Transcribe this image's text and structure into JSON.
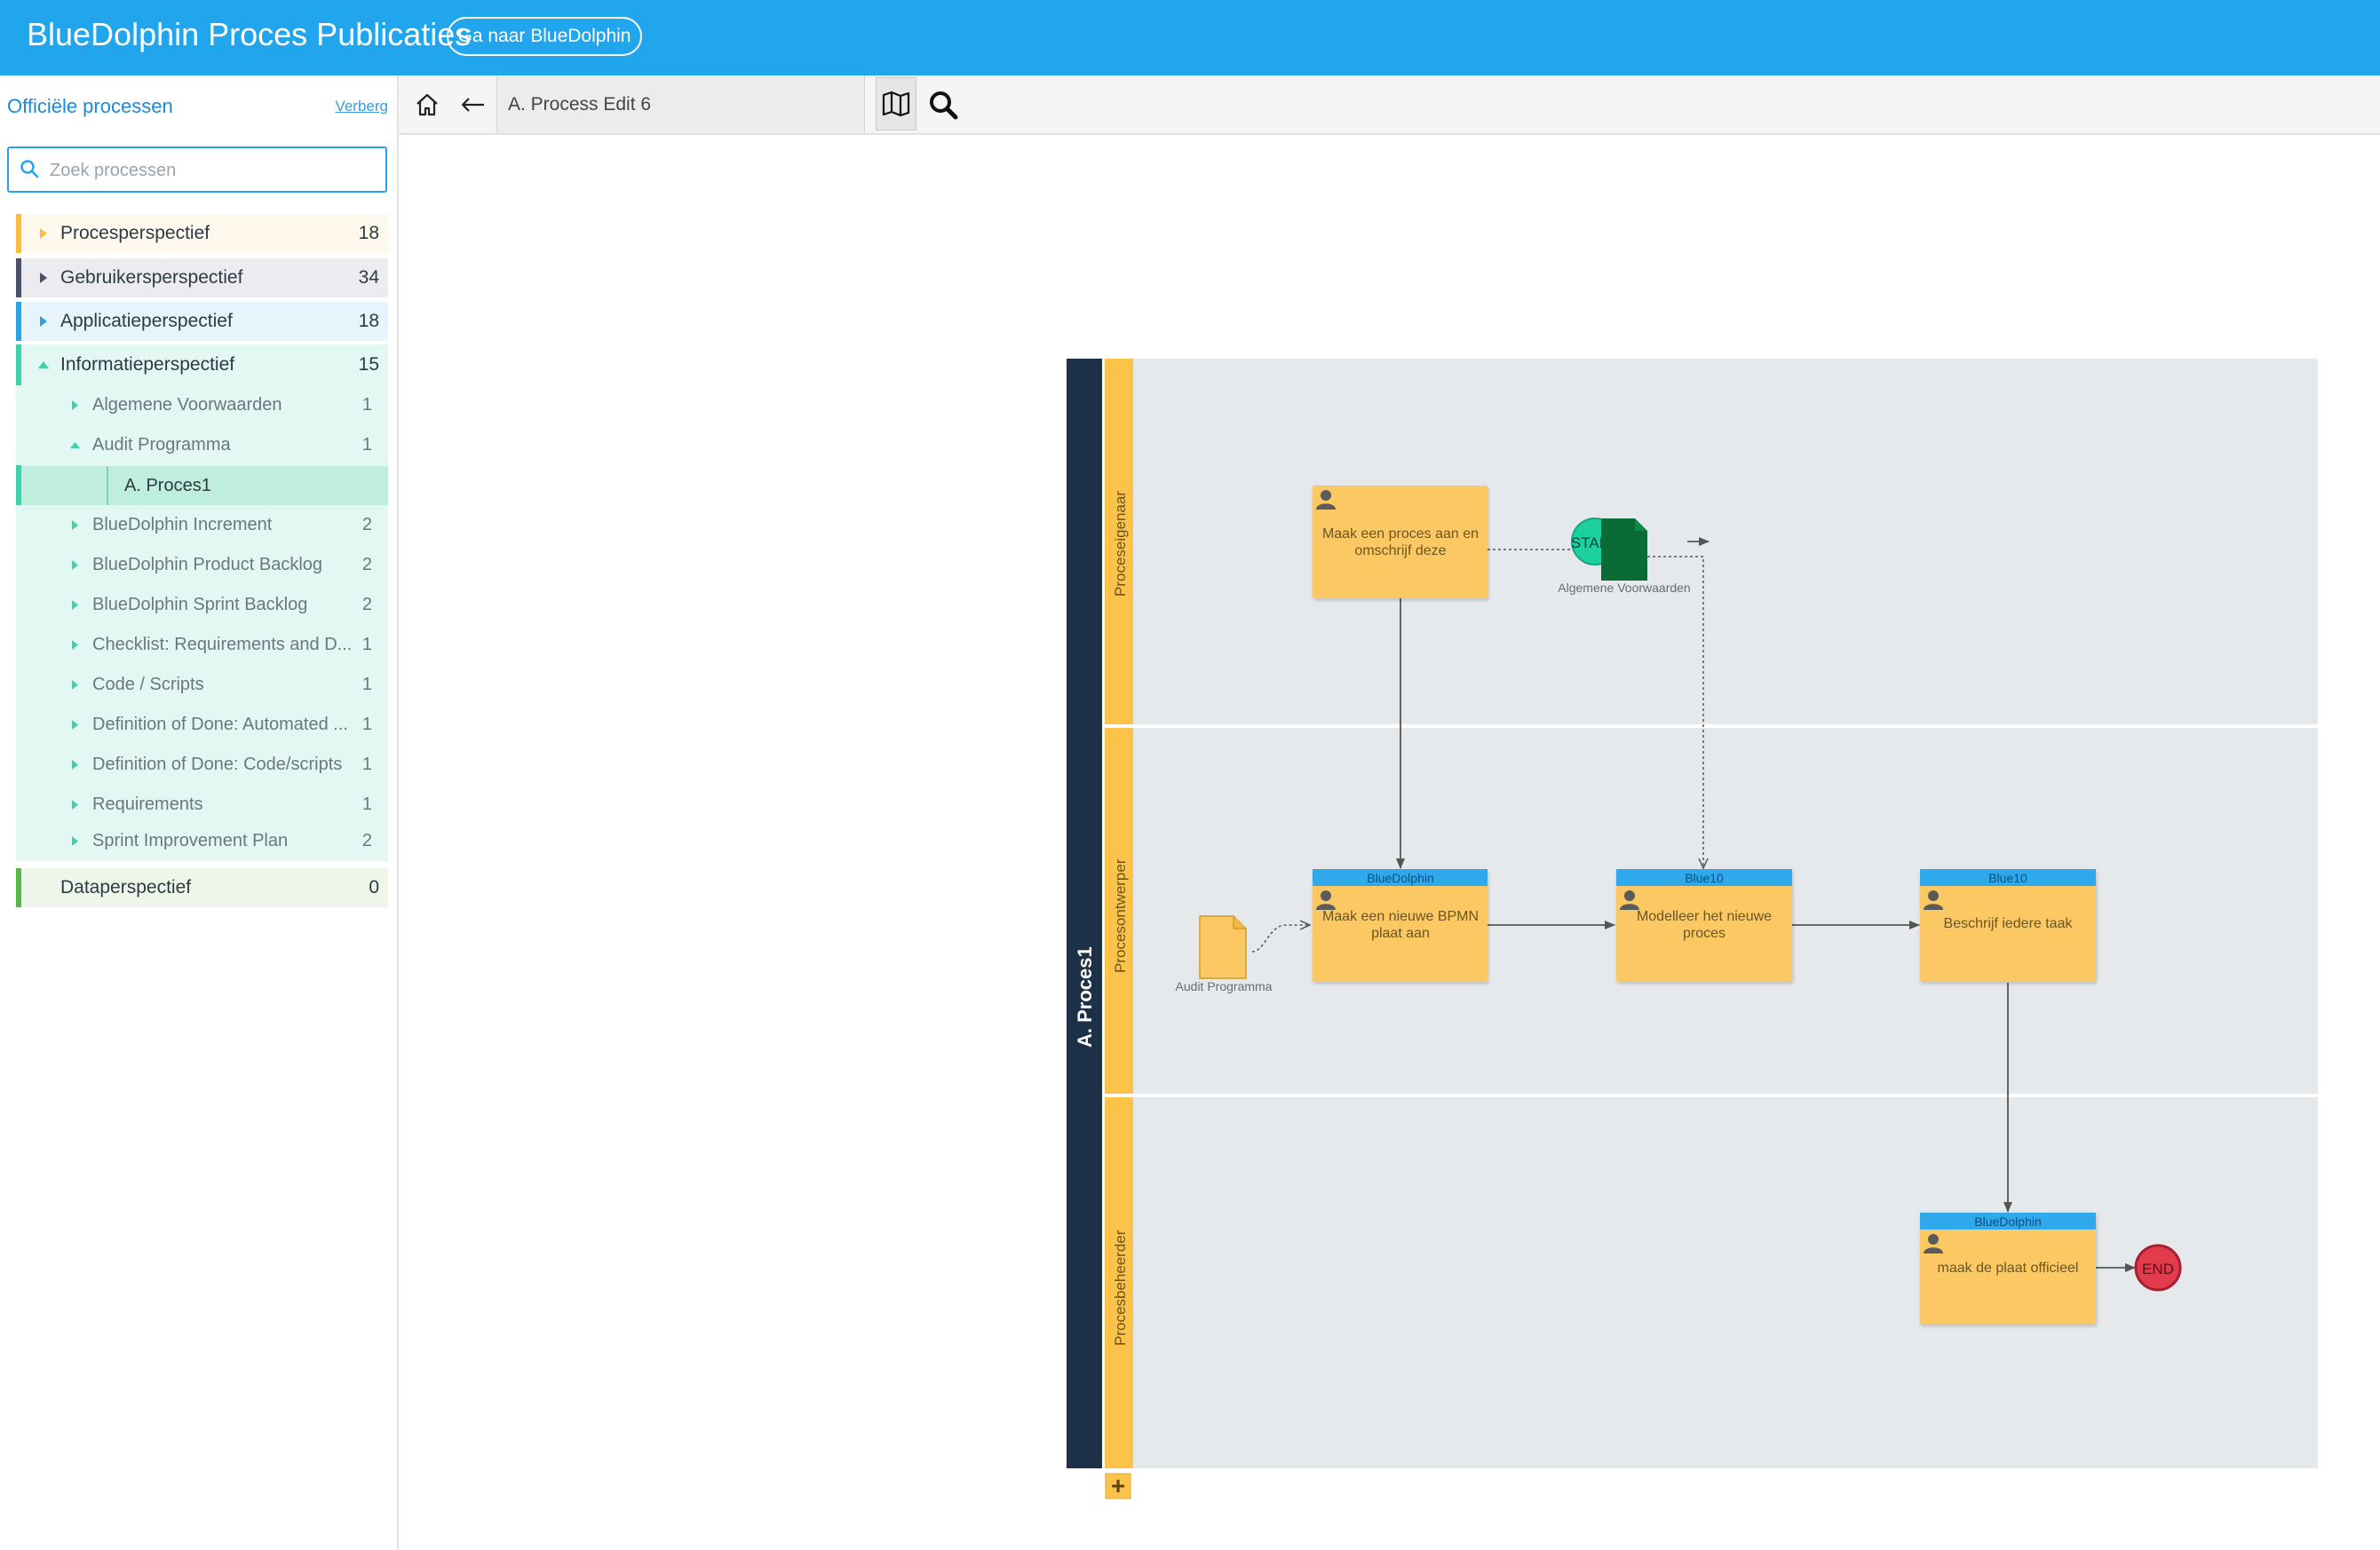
{
  "header": {
    "title": "BlueDolphin Proces Publicaties",
    "goto_button": "Ga naar BlueDolphin"
  },
  "sidebar": {
    "title": "Officiële processen",
    "hide_link": "Verberg",
    "search_placeholder": "Zoek processen",
    "categories": [
      {
        "label": "Procesperspectief",
        "count": "18",
        "color": "#f7be3f",
        "bg": "#fff8ec"
      },
      {
        "label": "Gebruikersperspectief",
        "count": "34",
        "color": "#4a4f6b",
        "bg": "#ececf0"
      },
      {
        "label": "Applicatieperspectief",
        "count": "18",
        "color": "#2aa3e6",
        "bg": "#e7f4fc"
      },
      {
        "label": "Informatieperspectief",
        "count": "15",
        "color": "#3fd0ac",
        "bg": "#e3f8f2"
      },
      {
        "label": "Dataperspectief",
        "count": "0",
        "color": "#5ab848",
        "bg": "#eef6ea"
      }
    ],
    "info_children": [
      {
        "label": "Algemene Voorwaarden",
        "count": "1"
      },
      {
        "label": "Audit Programma",
        "count": "1"
      },
      {
        "label": "BlueDolphin Increment",
        "count": "2"
      },
      {
        "label": "BlueDolphin Product Backlog",
        "count": "2"
      },
      {
        "label": "BlueDolphin Sprint Backlog",
        "count": "2"
      },
      {
        "label": "Checklist: Requirements and D...",
        "count": "1"
      },
      {
        "label": "Code / Scripts",
        "count": "1"
      },
      {
        "label": "Definition of Done: Automated ...",
        "count": "1"
      },
      {
        "label": "Definition of Done: Code/scripts",
        "count": "1"
      },
      {
        "label": "Requirements",
        "count": "1"
      },
      {
        "label": "Sprint Improvement Plan",
        "count": "2"
      }
    ],
    "selected_item": "A. Proces1"
  },
  "toolbar": {
    "breadcrumb": "A. Process Edit 6"
  },
  "diagram": {
    "pool_name": "A. Proces1",
    "lanes": [
      "Proceseigenaar",
      "Procesontwerper",
      "Procesbeheerder"
    ],
    "start_label": "START",
    "end_label": "END",
    "tasks": {
      "t1": {
        "header": "",
        "text1": "Maak een proces aan en",
        "text2": "omschrijf deze"
      },
      "t2": {
        "header": "BlueDolphin",
        "text1": "Maak een nieuwe BPMN",
        "text2": "plaat aan"
      },
      "t3": {
        "header": "Blue10",
        "text1": "Modelleer het nieuwe",
        "text2": "proces"
      },
      "t4": {
        "header": "Blue10",
        "text1": "Beschrijf iedere taak",
        "text2": ""
      },
      "t5": {
        "header": "BlueDolphin",
        "text1": "maak de plaat officieel",
        "text2": ""
      }
    },
    "documents": {
      "d1": "Algemene Voorwaarden",
      "d2": "Audit Programma"
    },
    "colors": {
      "pool": "#1c3148",
      "lane_header": "#fbc349",
      "lane_bg": "#e6e9ec",
      "task": "#fcc863",
      "task_header": "#2fa9ec",
      "start": "#1dd0a0",
      "end": "#e23c4c",
      "doc_green": "#0a6b35",
      "doc_yellow": "#fcc863"
    }
  }
}
